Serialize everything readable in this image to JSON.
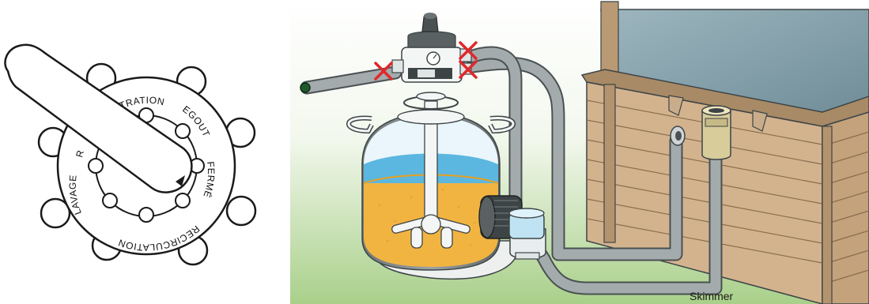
{
  "valve_dial": {
    "positions": [
      "FILTRATION",
      "EGOUT",
      "FERMÉ",
      "RECIRCULATION",
      "LAVAGE",
      "R"
    ]
  },
  "installation": {
    "skimmer_label": "Skimmer",
    "closed_marker_count": 3
  },
  "colors": {
    "background_gradient_top": "#ffffff",
    "background_gradient_bottom": "#a9d08a",
    "pipe": "#9ea6a8",
    "pipe_outline": "#4a5152",
    "sand": "#f2b441",
    "water": "#5bb7e0",
    "wood": "#d3b38e",
    "pool_water": "#8eaab4",
    "cross": "#e1272b"
  }
}
